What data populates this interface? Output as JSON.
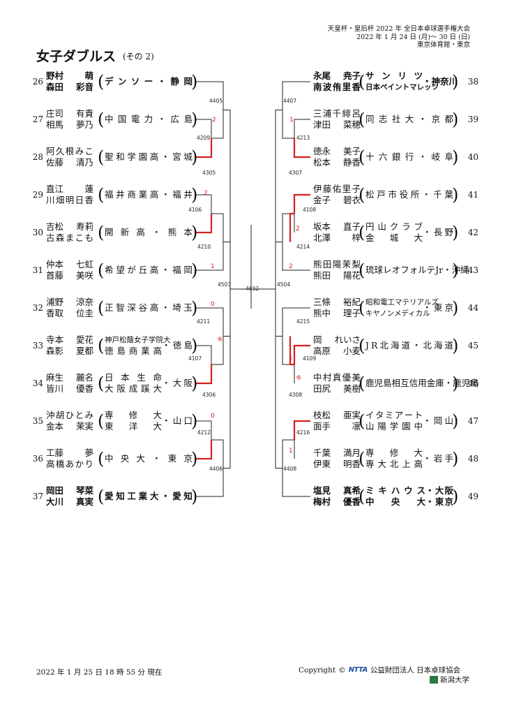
{
  "header": {
    "event": "天皇杯・皇后杯 2022 年 全日本卓球選手権大会",
    "dates": "2022 年 1 月 24 日 (月)〜 30 日 (日)",
    "venue": "東京体育館・東京"
  },
  "title": "女子ダブルス",
  "subtitle": "(その 2)",
  "left_entries": [
    {
      "no": "26",
      "p1": "野村　萌",
      "p2": "森田　彩音",
      "aff_lines": [
        "デンソー・静岡"
      ],
      "bold": true
    },
    {
      "no": "27",
      "p1": "庄司　有貴",
      "p2": "相馬　夢乃",
      "aff_lines": [
        "中国電力・広島"
      ],
      "bold": false
    },
    {
      "no": "28",
      "p1": "阿久根みこ",
      "p2": "佐藤　清乃",
      "aff_lines": [
        "聖和学園高・宮城"
      ],
      "bold": false
    },
    {
      "no": "29",
      "p1": "直江　蓮",
      "p2": "川畑明日香",
      "aff_lines": [
        "福井商業高・福井"
      ],
      "bold": false
    },
    {
      "no": "30",
      "p1": "吉松　寿莉",
      "p2": "古森まこも",
      "aff_lines": [
        "開新高・熊本"
      ],
      "bold": false
    },
    {
      "no": "31",
      "p1": "仲本　七虹",
      "p2": "首藤　美咲",
      "aff_lines": [
        "希望が丘高・福岡"
      ],
      "bold": false
    },
    {
      "no": "32",
      "p1": "浦野　涼奈",
      "p2": "香取　位圭",
      "aff_lines": [
        "正智深谷高・埼玉"
      ],
      "bold": false
    },
    {
      "no": "33",
      "p1": "寺本　愛花",
      "p2": "森影　夏都",
      "aff_lines": [
        "神戸松蔭女子学院大",
        "徳島商業高"
      ],
      "aff_pref": "・徳島",
      "bold": false
    },
    {
      "no": "34",
      "p1": "麻生　麗名",
      "p2": "皆川　優香",
      "aff_lines": [
        "日本生命",
        "大阪成蹊大"
      ],
      "aff_pref": "・大阪",
      "bold": false
    },
    {
      "no": "35",
      "p1": "沖胡ひとみ",
      "p2": "金本　茉実",
      "aff_lines": [
        "専修大",
        "東洋大"
      ],
      "aff_pref": "・山口",
      "bold": false
    },
    {
      "no": "36",
      "p1": "工藤　夢",
      "p2": "高橋あかり",
      "aff_lines": [
        "中央大・東京"
      ],
      "bold": false
    },
    {
      "no": "37",
      "p1": "岡田　琴菜",
      "p2": "大川　真実",
      "aff_lines": [
        "愛知工業大・愛知"
      ],
      "bold": true
    }
  ],
  "right_entries": [
    {
      "no": "38",
      "p1": "永尾　尭子",
      "p2": "南波侑里香",
      "aff_lines": [
        "サンリツ",
        "日本ペイントマレッツ"
      ],
      "aff_pref": "・神奈川",
      "bold": true
    },
    {
      "no": "39",
      "p1": "三浦千緋呂",
      "p2": "津田　菜穂",
      "aff_lines": [
        "同志社大・京都"
      ],
      "bold": false
    },
    {
      "no": "40",
      "p1": "徳永　美子",
      "p2": "松本　静香",
      "aff_lines": [
        "十六銀行・岐阜"
      ],
      "bold": false
    },
    {
      "no": "41",
      "p1": "伊藤佑里子",
      "p2": "金子　碧衣",
      "aff_lines": [
        "松戸市役所・千葉"
      ],
      "bold": false
    },
    {
      "no": "42",
      "p1": "坂本　直子",
      "p2": "北澤　梓",
      "aff_lines": [
        "円山クラブ",
        "金城大"
      ],
      "aff_pref": "・長野",
      "bold": false
    },
    {
      "no": "43",
      "p1": "熊田陽茉梨",
      "p2": "熊田　陽花",
      "aff_lines": [
        "琉球レオフォルテJr・沖縄"
      ],
      "bold": false
    },
    {
      "no": "44",
      "p1": "三條　裕紀",
      "p2": "熊中　理子",
      "aff_lines": [
        "昭和電工マテリアルズ",
        "キヤノンメディカル"
      ],
      "aff_pref": "・東京",
      "bold": false
    },
    {
      "no": "45",
      "p1": "岡　れいさ",
      "p2": "高原　小麦",
      "aff_lines": [
        "JR北海道・北海道"
      ],
      "bold": false
    },
    {
      "no": "46",
      "p1": "中村真優美",
      "p2": "田尻　美樹",
      "aff_lines": [
        "鹿児島相互信用金庫・鹿児島"
      ],
      "bold": false
    },
    {
      "no": "47",
      "p1": "枝松　亜実",
      "p2": "面手　凛",
      "aff_lines": [
        "イタミアート",
        "山陽学園中"
      ],
      "aff_pref": "・岡山",
      "bold": false
    },
    {
      "no": "48",
      "p1": "千葉　満月",
      "p2": "伊東　明香",
      "aff_lines": [
        "専修大",
        "専大北上高"
      ],
      "aff_pref": "・岩手",
      "bold": false
    },
    {
      "no": "49",
      "p1": "塩見　真希",
      "p2": "梅村　優香",
      "aff_lines": [
        "ミキハウス",
        "中央大"
      ],
      "aff_pref2": [
        "・大阪",
        "・東京"
      ],
      "bold": true
    }
  ],
  "match_codes": {
    "l4405": "4405",
    "l4209": "4209",
    "l4305": "4305",
    "l4106": "4106",
    "l4210": "4210",
    "l4503": "4503",
    "l4211": "4211",
    "l4107": "4107",
    "l4306": "4306",
    "l4212": "4212",
    "l4406": "4406",
    "c4602": "4602",
    "r4407": "4407",
    "r4213": "4213",
    "r4307": "4307",
    "r4108": "4108",
    "r4214": "4214",
    "r4504": "4504",
    "r4215": "4215",
    "r4109": "4109",
    "r4308": "4308",
    "r4216": "4216",
    "r4408": "4408"
  },
  "scores": {
    "l27": "2",
    "l29": "2",
    "l31": "1",
    "l32": "0",
    "l33": "キ",
    "l35": "0",
    "r39": "1",
    "r42": "2",
    "r43": "2",
    "r45": "1",
    "r46": "キ",
    "r48": "1"
  },
  "colors": {
    "winner": "#d42020",
    "line": "#222222",
    "score": "#d42020"
  },
  "footer": {
    "date": "2022 年 1 月 25 日 18 時 55 分 現在",
    "copyright": "Copyright",
    "org_logo": "NTTA",
    "org": "公益財団法人 日本卓球協会",
    "univ": "新潟大学"
  }
}
